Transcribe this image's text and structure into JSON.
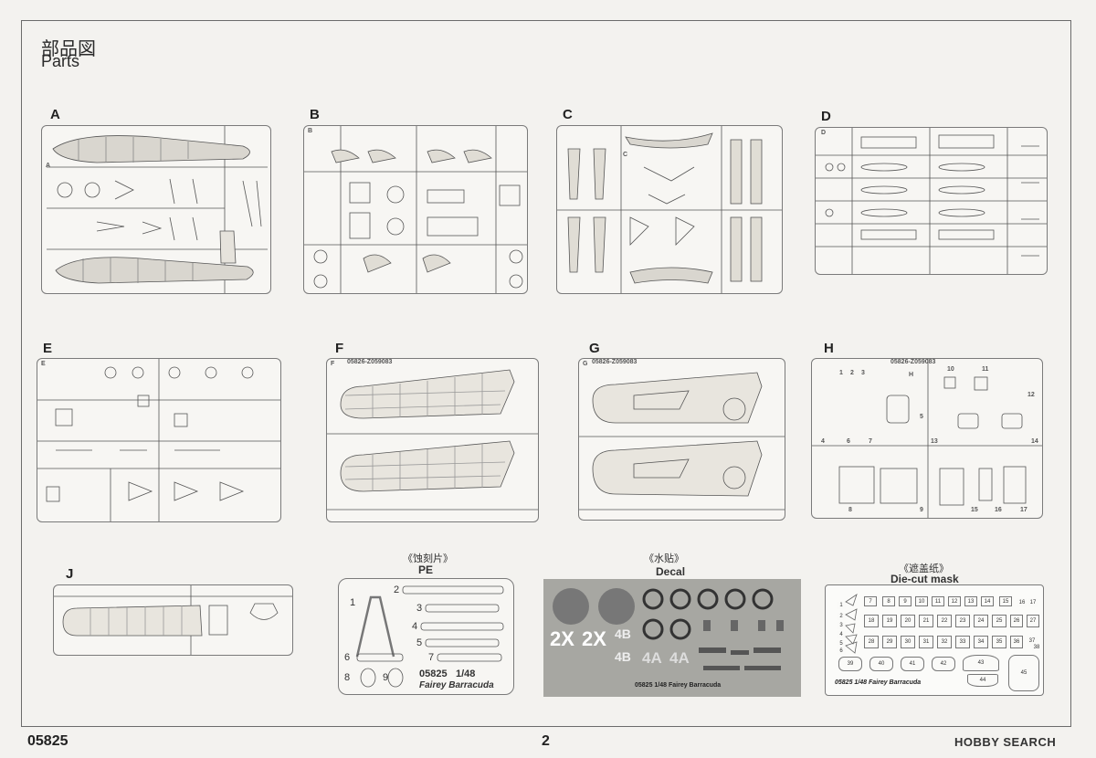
{
  "header": {
    "title_cn": "部品図",
    "title_en": "Parts"
  },
  "sprues": {
    "a": {
      "letter": "A",
      "inner_tag": "A"
    },
    "b": {
      "letter": "B",
      "inner_tag": "B"
    },
    "c": {
      "letter": "C",
      "inner_tag": "C"
    },
    "d": {
      "letter": "D",
      "inner_tag": "D"
    },
    "e": {
      "letter": "E",
      "inner_tag": "E"
    },
    "f": {
      "letter": "F",
      "inner_tag": "F",
      "code": "05826-Z059083"
    },
    "g": {
      "letter": "G",
      "inner_tag": "G",
      "code": "05826-Z059083"
    },
    "h": {
      "letter": "H",
      "inner_tag": "H",
      "code": "05826-Z059083",
      "numbers": [
        "1",
        "2",
        "3",
        "4",
        "5",
        "6",
        "7",
        "8",
        "9",
        "10",
        "11",
        "12",
        "13",
        "14",
        "15",
        "16",
        "17"
      ]
    },
    "j": {
      "letter": "J"
    }
  },
  "pe": {
    "title_cn": "《蚀刻片》",
    "title_en": "PE",
    "numbers": [
      "1",
      "2",
      "3",
      "4",
      "5",
      "6",
      "7",
      "8",
      "9"
    ],
    "product_code": "05825",
    "scale": "1/48",
    "product_name": "Fairey Barracuda"
  },
  "decal": {
    "title_cn": "《水贴》",
    "title_en": "Decal",
    "markings": [
      "2X",
      "2X",
      "4B",
      "4B",
      "4A",
      "4A"
    ],
    "caption": "05825 1/48 Fairey Barracuda"
  },
  "mask": {
    "title_cn": "《遮盖纸》",
    "title_en": "Die-cut mask",
    "numbers": [
      "1",
      "2",
      "3",
      "4",
      "5",
      "6",
      "7",
      "8",
      "9",
      "10",
      "11",
      "12",
      "13",
      "14",
      "15",
      "16",
      "17",
      "18",
      "19",
      "20",
      "21",
      "22",
      "23",
      "24",
      "25",
      "26",
      "27",
      "28",
      "29",
      "30",
      "31",
      "32",
      "33",
      "34",
      "35",
      "36",
      "37",
      "38",
      "39",
      "40",
      "41",
      "42",
      "43",
      "44",
      "45"
    ],
    "caption": "05825 1/48  Fairey Barracuda"
  },
  "footer": {
    "product_code": "05825",
    "page_number": "2",
    "watermark": "HOBBY SEARCH"
  }
}
